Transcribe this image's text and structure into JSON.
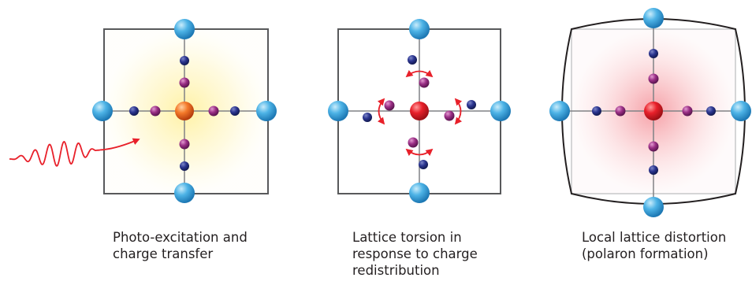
{
  "panels": [
    {
      "id": "photo-excitation",
      "caption_lines": [
        "Photo-excitation and",
        "charge transfer"
      ],
      "background_glow": "#fff3a8",
      "center_atom_color": "#f26522"
    },
    {
      "id": "lattice-torsion",
      "caption_lines": [
        "Lattice torsion in",
        "response to charge",
        "redistribution"
      ],
      "center_atom_color": "#e8202a"
    },
    {
      "id": "lattice-distortion",
      "caption_lines": [
        "Local lattice distortion",
        "(polaron formation)"
      ],
      "background_glow": "#f7a1a6",
      "center_atom_color": "#e8202a"
    }
  ],
  "colors": {
    "corner_atom": "#3aa6dc",
    "inner_atom_dark": "#1e2a78",
    "inner_atom_mid": "#8a2a7a",
    "arrow": "#e8202a",
    "frame": "#58595b",
    "bond": "#808285"
  },
  "icons": {
    "photon": "wavy-photon-arrow",
    "torsion": "curved-double-arrow"
  }
}
